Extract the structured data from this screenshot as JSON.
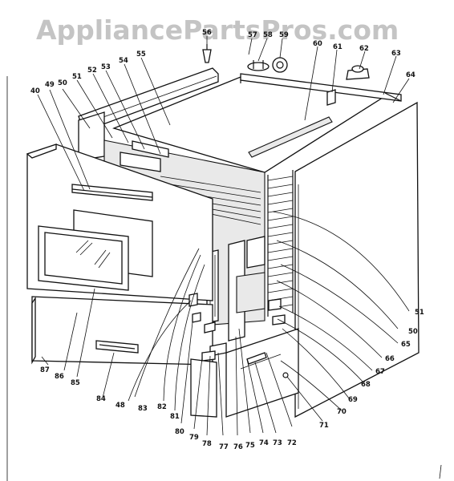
{
  "watermark": "AppliancePartsPros.com",
  "part_labels": {
    "p40": "40",
    "p49": "49",
    "p51": "51",
    "p50": "50",
    "p52": "52",
    "p53": "53",
    "p54": "54",
    "p55": "55",
    "p56": "56",
    "p57": "57",
    "p58": "58",
    "p59": "59",
    "p60": "60",
    "p61": "61",
    "p62": "62",
    "p63": "63",
    "p64": "64",
    "p51r": "51",
    "p50r": "50",
    "p65": "65",
    "p66": "66",
    "p67": "67",
    "p68": "68",
    "p69": "69",
    "p70": "70",
    "p71": "71",
    "p72": "72",
    "p73": "73",
    "p74": "74",
    "p75": "75",
    "p76": "76",
    "p77": "77",
    "p78": "78",
    "p79": "79",
    "p80": "80",
    "p81": "81",
    "p82": "82",
    "p83": "83",
    "p48": "48",
    "p84": "84",
    "p85": "85",
    "p86": "86",
    "p87": "87"
  }
}
